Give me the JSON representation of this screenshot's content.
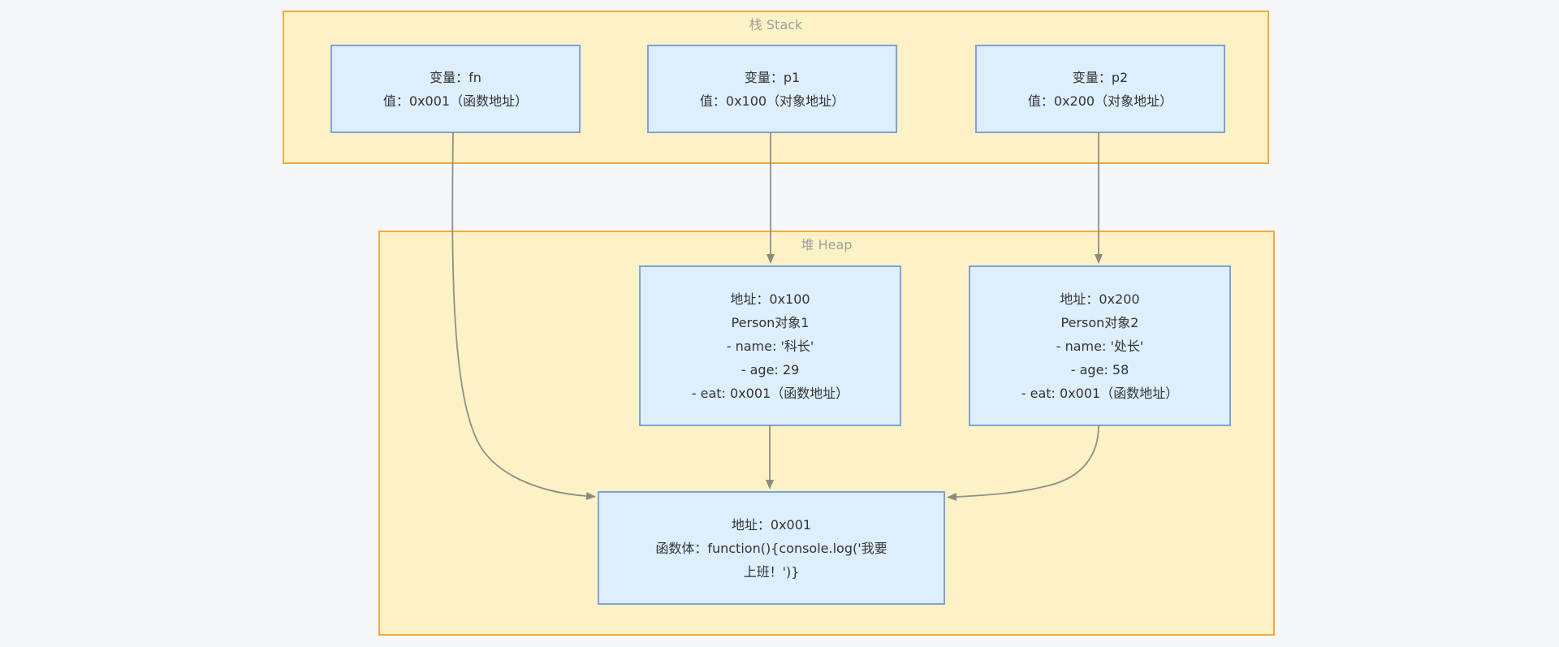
{
  "page": {
    "background_color": "#f5f7fa"
  },
  "diagram": {
    "type": "memory-model-flowchart",
    "colors": {
      "group_fill": "#fdf1c6",
      "group_border": "#f2a93d",
      "node_fill": "#ddeefd",
      "node_border": "#7da2dd",
      "edge_color": "#8f8f88",
      "group_title_text": "#9e9ea0",
      "node_text": "#333333"
    },
    "stack": {
      "title": "栈 Stack"
    },
    "heap": {
      "title": "堆 Heap"
    },
    "nodes": {
      "fn": {
        "lines": [
          "变量：fn",
          "值：0x001（函数地址）"
        ]
      },
      "p1": {
        "lines": [
          "变量：p1",
          "值：0x100（对象地址）"
        ]
      },
      "p2": {
        "lines": [
          "变量：p2",
          "值：0x200（对象地址）"
        ]
      },
      "person1": {
        "lines": [
          "地址：0x100",
          "Person对象1",
          "- name: '科长'",
          "- age: 29",
          "- eat: 0x001（函数地址）"
        ]
      },
      "person2": {
        "lines": [
          "地址：0x200",
          "Person对象2",
          "- name: '处长'",
          "- age: 58",
          "- eat: 0x001（函数地址）"
        ]
      },
      "func": {
        "lines": [
          "地址：0x001",
          "函数体：function(){console.log('我要",
          "上班！')}"
        ]
      }
    },
    "edges": [
      {
        "from": "fn",
        "to": "func"
      },
      {
        "from": "p1",
        "to": "person1"
      },
      {
        "from": "p2",
        "to": "person2"
      },
      {
        "from": "person1",
        "to": "func"
      },
      {
        "from": "person2",
        "to": "func"
      }
    ]
  }
}
